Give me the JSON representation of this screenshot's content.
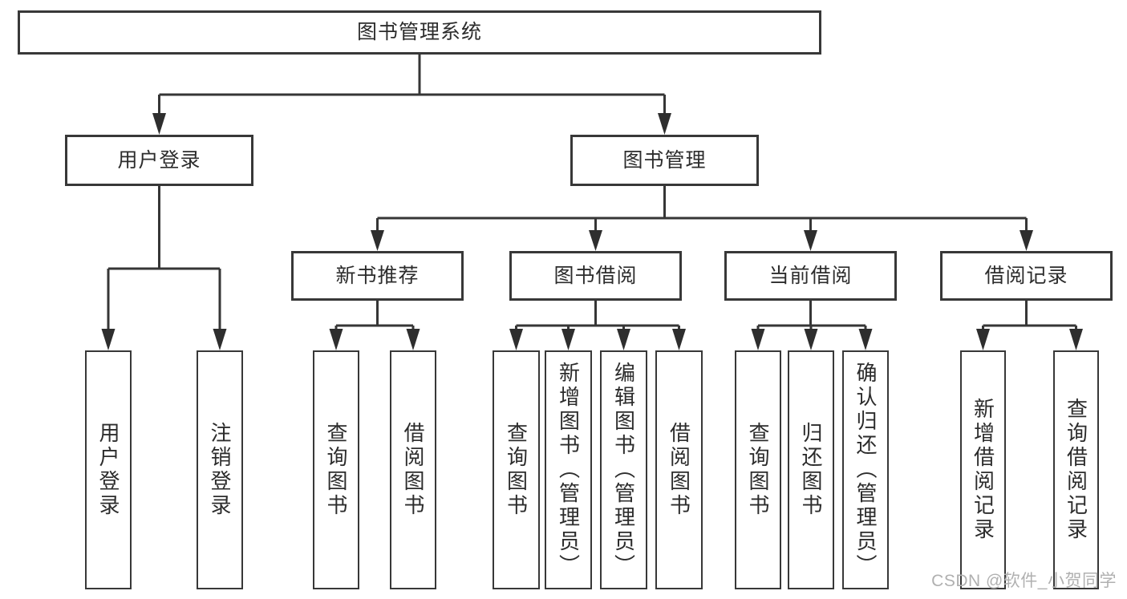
{
  "diagram": {
    "root": {
      "label": "图书管理系统"
    },
    "branches": [
      {
        "label": "用户登录",
        "children": [
          {
            "label": "用户登录"
          },
          {
            "label": "注销登录"
          }
        ]
      },
      {
        "label": "图书管理",
        "children": [
          {
            "label": "新书推荐",
            "children": [
              {
                "label": "查询图书"
              },
              {
                "label": "借阅图书"
              }
            ]
          },
          {
            "label": "图书借阅",
            "children": [
              {
                "label": "查询图书"
              },
              {
                "label": "新增图书（管理员）"
              },
              {
                "label": "编辑图书（管理员）"
              },
              {
                "label": "借阅图书"
              }
            ]
          },
          {
            "label": "当前借阅",
            "children": [
              {
                "label": "查询图书"
              },
              {
                "label": "归还图书"
              },
              {
                "label": "确认归还（管理员）"
              }
            ]
          },
          {
            "label": "借阅记录",
            "children": [
              {
                "label": "新增借阅记录"
              },
              {
                "label": "查询借阅记录"
              }
            ]
          }
        ]
      }
    ]
  },
  "watermark": {
    "text": "CSDN @软件_小贺同学"
  },
  "colors": {
    "line": "#363636",
    "box_border": "#383838",
    "text": "#2c2c2c",
    "watermark": "#b0b0b0",
    "background": "#ffffff"
  }
}
